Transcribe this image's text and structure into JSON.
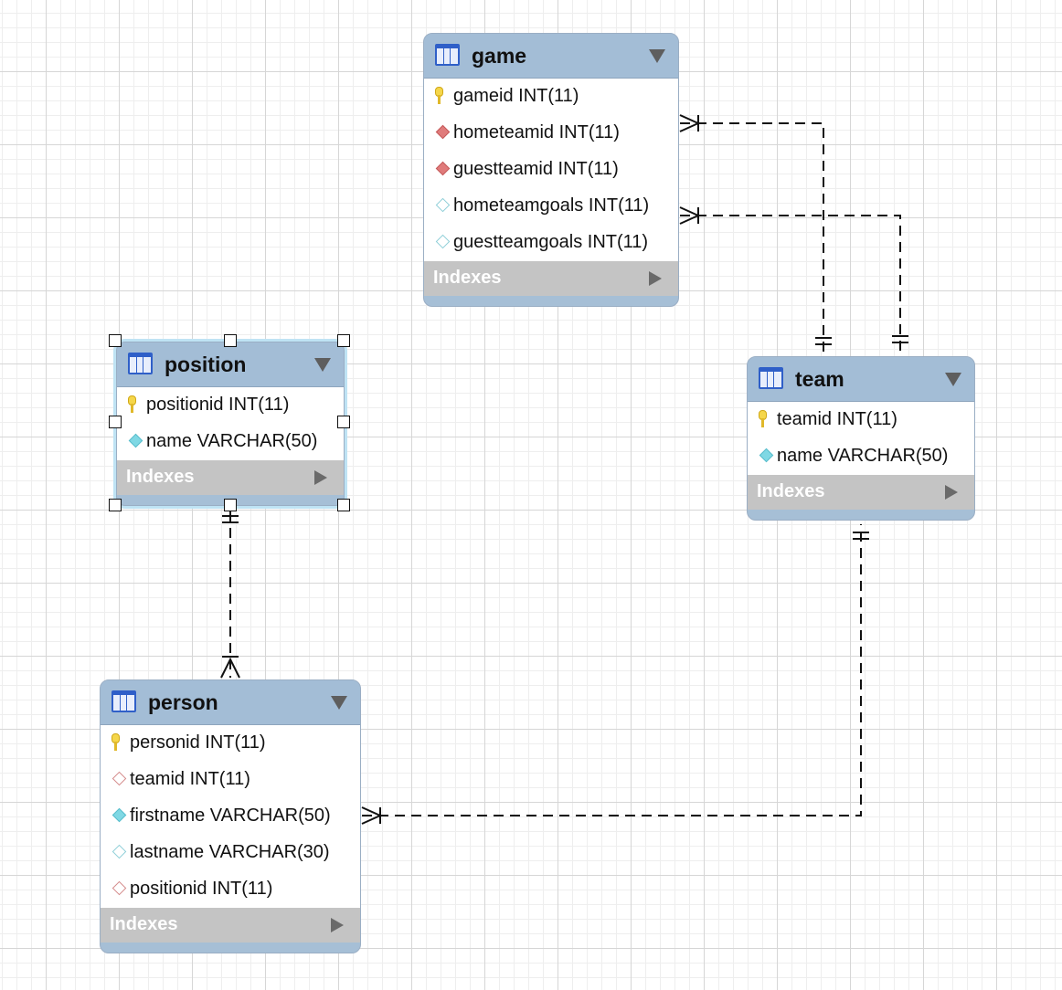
{
  "tables": {
    "game": {
      "title": "game",
      "columns": [
        {
          "label": "gameid INT(11)",
          "icon": "primary-key-icon"
        },
        {
          "label": "hometeamid INT(11)",
          "icon": "foreign-key-filled-diamond-icon"
        },
        {
          "label": "guestteamid INT(11)",
          "icon": "foreign-key-filled-diamond-icon"
        },
        {
          "label": "hometeamgoals INT(11)",
          "icon": "nullable-column-diamond-icon"
        },
        {
          "label": "guestteamgoals INT(11)",
          "icon": "nullable-column-diamond-icon"
        }
      ],
      "indexes_label": "Indexes"
    },
    "position": {
      "title": "position",
      "columns": [
        {
          "label": "positionid INT(11)",
          "icon": "primary-key-icon"
        },
        {
          "label": "name VARCHAR(50)",
          "icon": "not-null-column-diamond-icon"
        }
      ],
      "indexes_label": "Indexes"
    },
    "team": {
      "title": "team",
      "columns": [
        {
          "label": "teamid INT(11)",
          "icon": "primary-key-icon"
        },
        {
          "label": "name VARCHAR(50)",
          "icon": "not-null-column-diamond-icon"
        }
      ],
      "indexes_label": "Indexes"
    },
    "person": {
      "title": "person",
      "columns": [
        {
          "label": "personid INT(11)",
          "icon": "primary-key-icon"
        },
        {
          "label": "teamid INT(11)",
          "icon": "foreign-key-open-diamond-icon"
        },
        {
          "label": "firstname VARCHAR(50)",
          "icon": "not-null-column-diamond-icon"
        },
        {
          "label": "lastname VARCHAR(30)",
          "icon": "nullable-column-diamond-icon"
        },
        {
          "label": "positionid INT(11)",
          "icon": "foreign-key-open-diamond-icon"
        }
      ],
      "indexes_label": "Indexes"
    }
  },
  "relationships": [
    {
      "from": "game.hometeamid",
      "to": "team.teamid",
      "cardinality": "one-to-many"
    },
    {
      "from": "game.guestteamid",
      "to": "team.teamid",
      "cardinality": "one-to-many"
    },
    {
      "from": "person.teamid",
      "to": "team.teamid",
      "cardinality": "one-to-many"
    },
    {
      "from": "person.positionid",
      "to": "position.positionid",
      "cardinality": "one-to-many"
    }
  ],
  "selected_table": "position",
  "colors": {
    "table_header": "#a3bdd6",
    "indexes_bar": "#c4c4c4",
    "primary_key": "#f5d64a",
    "foreign_key": "#e07b7b",
    "column": "#7fd8e4",
    "selection": "#bfe3f4"
  }
}
